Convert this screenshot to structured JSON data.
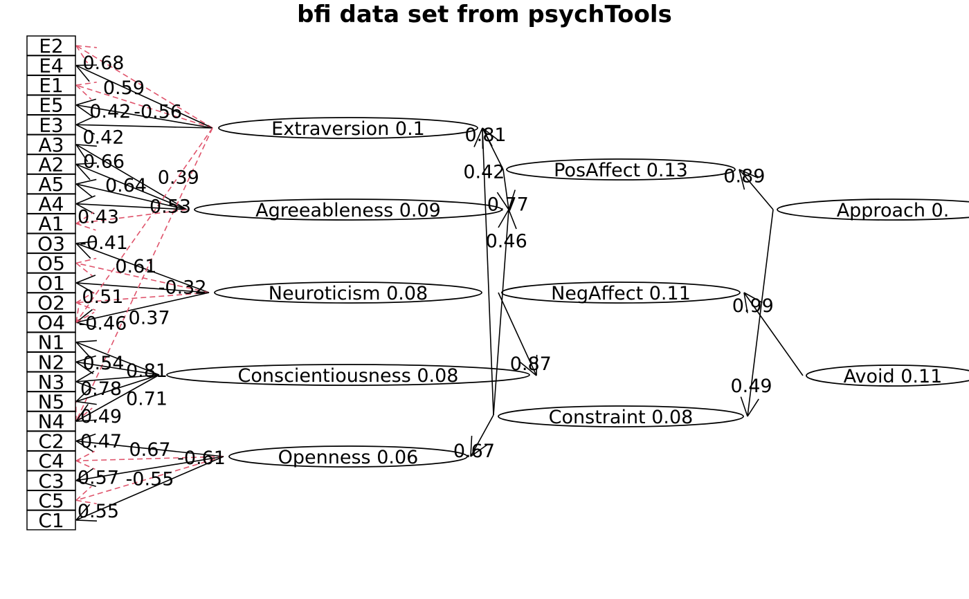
{
  "title": "bfi data set from psychTools",
  "colors": {
    "positive": "#000000",
    "negative": "#DF536B"
  },
  "items": [
    "E2",
    "E4",
    "E1",
    "E5",
    "E3",
    "A3",
    "A2",
    "A5",
    "A4",
    "A1",
    "O3",
    "O5",
    "O1",
    "O2",
    "O4",
    "N1",
    "N2",
    "N3",
    "N5",
    "N4",
    "C2",
    "C4",
    "C3",
    "C5",
    "C1"
  ],
  "factors": [
    {
      "id": "Extraversion",
      "label": "Extraversion   0.1"
    },
    {
      "id": "Agreeableness",
      "label": "Agreeableness   0.09"
    },
    {
      "id": "Neuroticism",
      "label": "Neuroticism   0.08"
    },
    {
      "id": "Conscientiousness",
      "label": "Conscientiousness   0.08"
    },
    {
      "id": "Openness",
      "label": "Openness   0.06"
    },
    {
      "id": "PosAffect",
      "label": "PosAffect   0.13"
    },
    {
      "id": "NegAffect",
      "label": "NegAffect   0.11"
    },
    {
      "id": "Constraint",
      "label": "Constraint   0.08"
    },
    {
      "id": "Approach",
      "label": "Approach   0."
    },
    {
      "id": "Avoid",
      "label": "Avoid   0.11"
    }
  ],
  "edges": [
    {
      "from": "Extraversion",
      "to": "E2",
      "label": "0.68",
      "negative": true
    },
    {
      "from": "Extraversion",
      "to": "E4",
      "label": "0.59",
      "negative": false
    },
    {
      "from": "Extraversion",
      "to": "E1",
      "label": "-0.56",
      "negative": true
    },
    {
      "from": "Extraversion",
      "to": "E5",
      "label": "0.42",
      "negative": false
    },
    {
      "from": "Extraversion",
      "to": "E3",
      "label": "0.42",
      "negative": false
    },
    {
      "from": "Agreeableness",
      "to": "A3",
      "label": "0.66",
      "negative": false
    },
    {
      "from": "Agreeableness",
      "to": "A2",
      "label": "0.64",
      "negative": false
    },
    {
      "from": "Agreeableness",
      "to": "A5",
      "label": "0.53",
      "negative": false
    },
    {
      "from": "Agreeableness",
      "to": "A4",
      "label": "0.43",
      "negative": false
    },
    {
      "from": "Agreeableness",
      "to": "A1",
      "label": "-0.41",
      "negative": true
    },
    {
      "from": "Neuroticism",
      "to": "O3",
      "label": "0.61",
      "negative": false
    },
    {
      "from": "Neuroticism",
      "to": "O5",
      "label": "-0.32",
      "negative": true
    },
    {
      "from": "Neuroticism",
      "to": "O1",
      "label": "0.51",
      "negative": false
    },
    {
      "from": "Neuroticism",
      "to": "O2",
      "label": "-0.46",
      "negative": true
    },
    {
      "from": "Neuroticism",
      "to": "O4",
      "label": "0.37",
      "negative": false
    },
    {
      "from": "Extraversion",
      "to": "O4",
      "label": "0.39",
      "negative": true
    },
    {
      "from": "Extraversion",
      "to": "N4",
      "label": "0.54",
      "negative": true
    },
    {
      "from": "Conscientiousness",
      "to": "N1",
      "label": "0.81",
      "negative": false
    },
    {
      "from": "Conscientiousness",
      "to": "N2",
      "label": "0.78",
      "negative": false
    },
    {
      "from": "Conscientiousness",
      "to": "N3",
      "label": "0.71",
      "negative": false
    },
    {
      "from": "Conscientiousness",
      "to": "N5",
      "label": "0.49",
      "negative": false
    },
    {
      "from": "Conscientiousness",
      "to": "N4",
      "label": "0.47",
      "negative": false
    },
    {
      "from": "Openness",
      "to": "C2",
      "label": "0.67",
      "negative": false
    },
    {
      "from": "Openness",
      "to": "C4",
      "label": "-0.61",
      "negative": true
    },
    {
      "from": "Openness",
      "to": "C3",
      "label": "0.57",
      "negative": false
    },
    {
      "from": "Openness",
      "to": "C5",
      "label": "-0.55",
      "negative": true
    },
    {
      "from": "Openness",
      "to": "C1",
      "label": "0.55",
      "negative": false
    },
    {
      "from": "PosAffect",
      "to": "Extraversion",
      "label": "0.81",
      "negative": false
    },
    {
      "from": "PosAffect",
      "to": "Agreeableness",
      "label": "0.77",
      "negative": false
    },
    {
      "from": "Constraint",
      "to": "Extraversion",
      "label": "0.42",
      "negative": false
    },
    {
      "from": "Constraint",
      "to": "Agreeableness",
      "label": "0.46",
      "negative": false
    },
    {
      "from": "NegAffect",
      "to": "Conscientiousness",
      "label": "0.87",
      "negative": false
    },
    {
      "from": "Constraint",
      "to": "Openness",
      "label": "0.67",
      "negative": false
    },
    {
      "from": "Approach",
      "to": "PosAffect",
      "label": "0.89",
      "negative": false
    },
    {
      "from": "Approach",
      "to": "Constraint",
      "label": "0.49",
      "negative": false
    },
    {
      "from": "Avoid",
      "to": "NegAffect",
      "label": "0.99",
      "negative": false
    }
  ]
}
